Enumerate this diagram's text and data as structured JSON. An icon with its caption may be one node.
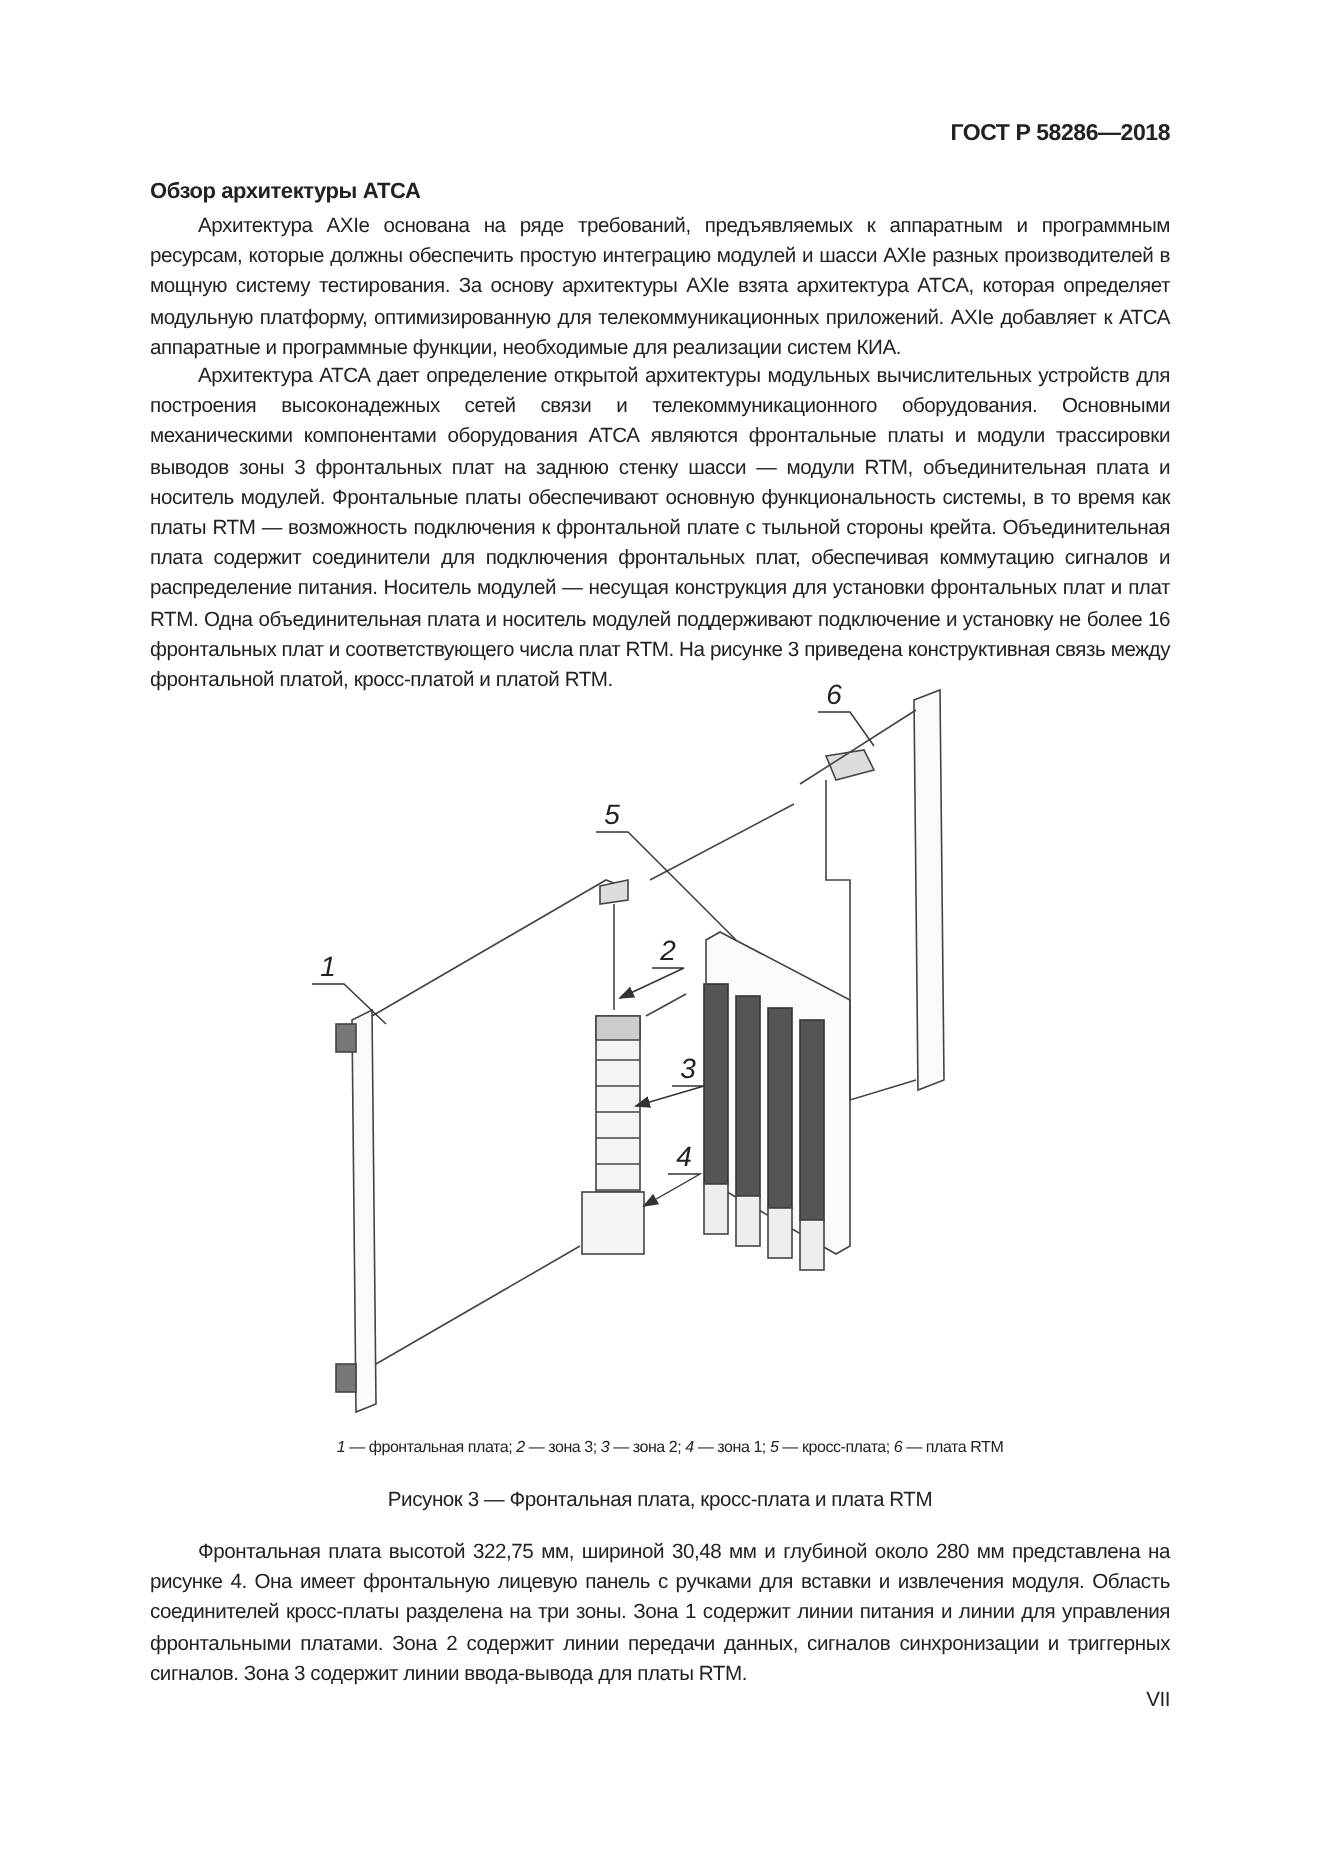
{
  "diagram": {
    "caption": "Рисунок 3 — Фронтальная плата, кросс-плата и плата RTM",
    "nodes": [
      {
        "text": [
          "6"
        ]
      },
      {
        "text": [
          "5"
        ]
      },
      {
        "text": [
          "2"
        ]
      },
      {
        "text": [
          "1"
        ]
      },
      {
        "text": [
          "3"
        ]
      },
      {
        "text": [
          "4"
        ]
      }
    ],
    "edges": [
      {
        "from": 0,
        "to": null,
        "arrow": "none"
      },
      {
        "from": 1,
        "to": null,
        "arrow": "none"
      },
      {
        "from": 2,
        "to": null,
        "arrow": "to"
      },
      {
        "from": 3,
        "to": null,
        "arrow": "none"
      },
      {
        "from": 4,
        "to": null,
        "arrow": "to"
      },
      {
        "from": 5,
        "to": null,
        "arrow": "to"
      }
    ],
    "labels": [
      "ГОСТ Р 58286—2018",
      "Обзор архитектуры АТСА",
      "Архитектура AXIe основана на ряде требований, предъявляемых к аппаратным и программным ресурсам, которые должны обеспечить простую интеграцию модулей и шасси AXIe разных производителей в мощную систему тестирования. За основу архитектуры AXIe взята архитектура АТСА, которая определяет модульную платформу, оптимизированную для телекоммуникационных приложений. AXIe добавляет к АТСА аппаратные и программные функции, необходимые для реализации систем КИА.",
      "Архитектура АТСА дает определение открытой архитектуры модульных вычислительных устройств для построения высоконадежных сетей связи и телекоммуникационного оборудования. Основными механическими компонентами оборудования АТСА являются фронтальные платы и модули трассировки выводов зоны 3 фронтальных плат на заднюю стенку шасси — модули RTM, объединительная плата и носитель модулей. Фронтальные платы обеспечивают основную функциональность системы, в то время как платы RTM — возможность подключения к фронтальной плате с тыльной стороны крейта. Объединительная плата содержит соединители для подключения фронтальных плат, обеспечивая коммутацию сигналов и распределение питания. Носитель модулей — несущая конструкция для установки фронтальных плат и плат RTM. Одна объединительная плата и носитель модулей поддерживают подключение и установку не более 16 фронтальных плат и соответствующего числа плат RTM. На рисунке 3 приведена конструктивная связь между фронтальной платой, кросс-платой и платой RTM.",
      "*1* — фронтальная плата; *2* — зона 3; *3* — зона 2; *4* — зона 1; *5* — кросс-плата; *6* — плата RTM",
      "Фронтальная плата высотой 322,75 мм, шириной 30,48 мм и глубиной около 280 мм представлена на рисунке 4. Она имеет фронтальную лицевую панель с ручками для вставки и извлечения модуля. Область соединителей кросс-платы разделена на три зоны. Зона 1 содержит линии питания и линии для управления фронтальными платами. Зона 2 содержит линии передачи данных, сигналов синхронизации и триггерных сигналов. Зона 3 содержит линии ввода-вывода для платы RTM.",
      "VII"
    ]
  }
}
